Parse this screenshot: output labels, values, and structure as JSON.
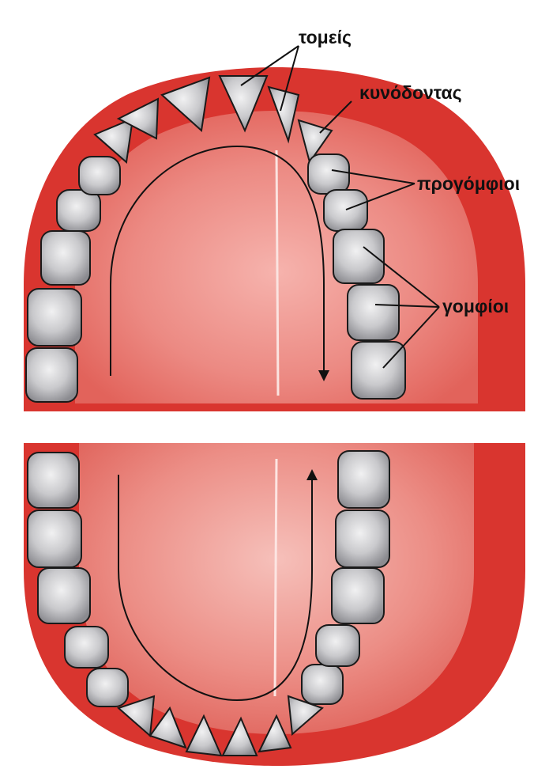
{
  "labels": {
    "incisors": "τομείς",
    "canine": "κυνόδοντας",
    "premolars": "προγόμφιοι",
    "molars": "γομφίοι"
  },
  "colors": {
    "gum": "#d9352f",
    "palate": "#ec8d86",
    "tooth": "#d0d0d2",
    "tooth_shadow": "#6f6f73",
    "leader": "#111111"
  }
}
